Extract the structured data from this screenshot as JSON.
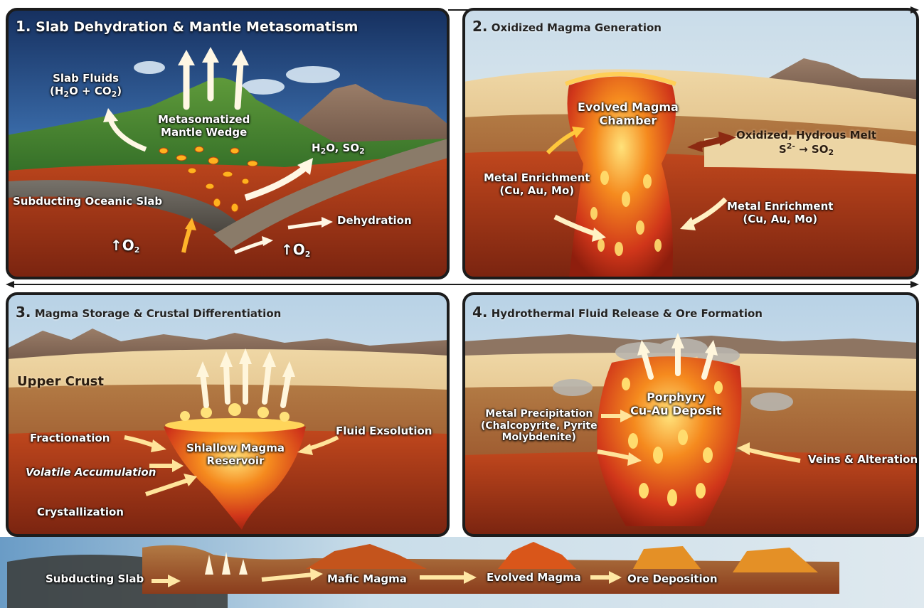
{
  "panels": [
    {
      "number": "1.",
      "title": "Slab Dehydration & Mantle Metasomatism",
      "labels": {
        "slab_fluids_line1": "Slab Fluids",
        "slab_fluids_formula": "(H2O + CO2)",
        "wedge_line1": "Metasomatized",
        "wedge_line2": "Mantle Wedge",
        "volatiles": "H2O, SO2",
        "slab": "Subducting Oceanic Slab",
        "dehydration": "Dehydration",
        "oxygen_left": "↑O2",
        "oxygen_right": "↑O2"
      }
    },
    {
      "number": "2.",
      "title": "Oxidized Magma Generation",
      "labels": {
        "chamber_line1": "Evolved Magma",
        "chamber_line2": "Chamber",
        "melt_line1": "Oxidized, Hydrous Melt",
        "melt_line2": "S2- → SO2",
        "enrich_left_line1": "Metal Enrichment",
        "enrich_left_line2": "(Cu, Au, Mo)",
        "enrich_right_line1": "Metal Enrichment",
        "enrich_right_line2": "(Cu, Au, Mo)"
      }
    },
    {
      "number": "3.",
      "title": "Magma Storage & Crustal Differentiation",
      "labels": {
        "upper_crust": "Upper Crust",
        "fractionation": "Fractionation",
        "volatile_accumulation": "Volatile Accumulation",
        "crystallization": "Crystallization",
        "fluid_exsolution": "Fluid Exsolution",
        "reservoir_line1": "Shlallow Magma",
        "reservoir_line2": "Reservoir"
      }
    },
    {
      "number": "4.",
      "title": "Hydrothermal Fluid Release & Ore Formation",
      "labels": {
        "deposit_line1": "Porphyry",
        "deposit_line2": "Cu-Au Deposit",
        "precip_line1": "Metal Precipitation",
        "precip_line2": "(Chalcopyrite, Pyrite",
        "precip_line3": "Molybdenite)",
        "veins": "Veins & Alteration"
      }
    }
  ],
  "flow_stages": [
    "Subducting Slab",
    "Mafic Magma",
    "Evolved Magma",
    "Ore Deposition"
  ],
  "colors": {
    "sky_blue": "#2f5f9f",
    "magma_red": "#c22410",
    "magma_orange": "#f07a1c",
    "magma_yellow": "#ffd24a",
    "crust_tan": "#e9c98e",
    "mantle_red": "#9c3416",
    "slab_gray": "#5d5a52",
    "arrow_cream": "#fff3cf",
    "panel_border": "#1c1c1c"
  },
  "icons": [
    "up-arrow-icon",
    "curved-arrow-icon",
    "right-arrow-icon",
    "double-arrow-icon",
    "steam-cloud-icon"
  ]
}
